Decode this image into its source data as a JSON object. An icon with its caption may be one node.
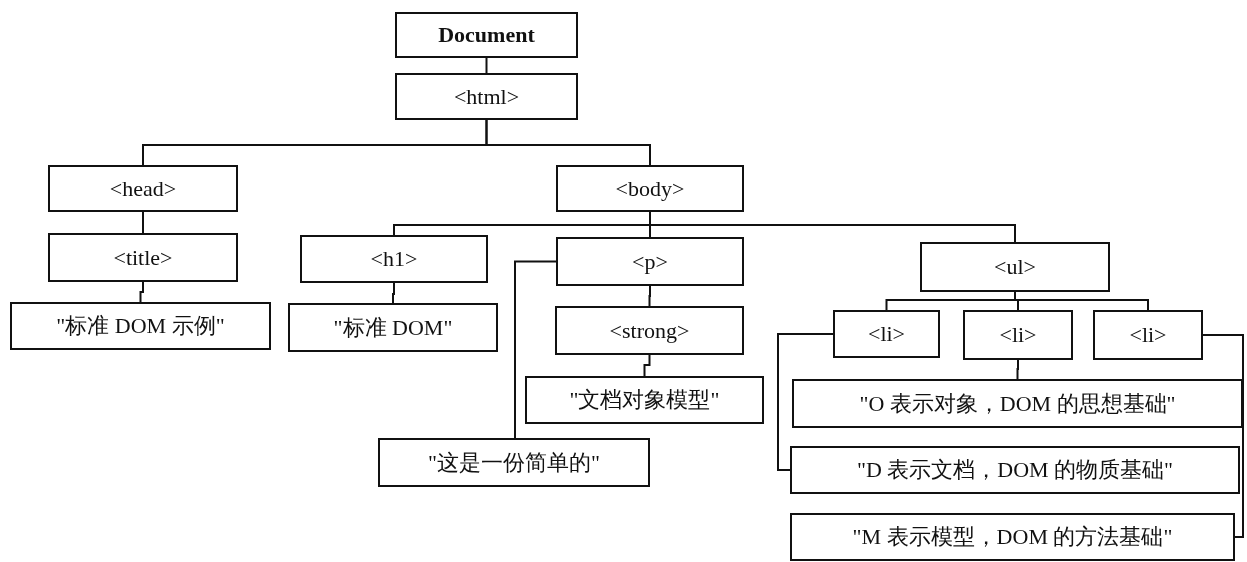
{
  "diagram": {
    "nodes": [
      {
        "text": [
          "Document"
        ]
      },
      {
        "text": [
          "<html>"
        ]
      },
      {
        "text": [
          "<head>"
        ]
      },
      {
        "text": [
          "<body>"
        ]
      },
      {
        "text": [
          "<title>"
        ]
      },
      {
        "text": [
          "<h1>"
        ]
      },
      {
        "text": [
          "<p>"
        ]
      },
      {
        "text": [
          "<ul>"
        ]
      },
      {
        "text": [
          "\"标准 DOM 示例\""
        ]
      },
      {
        "text": [
          "\"标准 DOM\""
        ]
      },
      {
        "text": [
          "<strong>"
        ]
      },
      {
        "text": [
          "<li>"
        ]
      },
      {
        "text": [
          "<li>"
        ]
      },
      {
        "text": [
          "<li>"
        ]
      },
      {
        "text": [
          "\"文档对象模型\""
        ]
      },
      {
        "text": [
          "\"O 表示对象，DOM 的思想基础\""
        ]
      },
      {
        "text": [
          "\"这是一份简单的\""
        ]
      },
      {
        "text": [
          "\"D 表示文档，DOM 的物质基础\""
        ]
      },
      {
        "text": [
          "\"M 表示模型，DOM 的方法基础\""
        ]
      }
    ],
    "edges": [
      {
        "from": 0,
        "to": 1,
        "arrow": "none"
      },
      {
        "from": 1,
        "to": 2,
        "arrow": "none"
      },
      {
        "from": 1,
        "to": 3,
        "arrow": "none"
      },
      {
        "from": 2,
        "to": 4,
        "arrow": "none"
      },
      {
        "from": 4,
        "to": 8,
        "arrow": "none"
      },
      {
        "from": 3,
        "to": 5,
        "arrow": "none"
      },
      {
        "from": 3,
        "to": 6,
        "arrow": "none"
      },
      {
        "from": 3,
        "to": 7,
        "arrow": "none"
      },
      {
        "from": 5,
        "to": 9,
        "arrow": "none"
      },
      {
        "from": 6,
        "to": 10,
        "arrow": "none"
      },
      {
        "from": 10,
        "to": 14,
        "arrow": "none"
      },
      {
        "from": 6,
        "to": 16,
        "arrow": "none"
      },
      {
        "from": 7,
        "to": 11,
        "arrow": "none"
      },
      {
        "from": 7,
        "to": 12,
        "arrow": "none"
      },
      {
        "from": 7,
        "to": 13,
        "arrow": "none"
      },
      {
        "from": 12,
        "to": 15,
        "arrow": "none"
      },
      {
        "from": 11,
        "to": 17,
        "arrow": "none"
      },
      {
        "from": 13,
        "to": 18,
        "arrow": "none"
      }
    ]
  }
}
